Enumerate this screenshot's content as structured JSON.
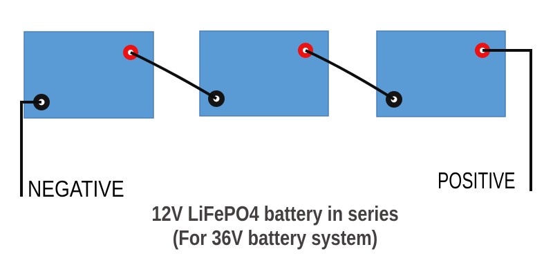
{
  "labels": {
    "negative": "NEGATIVE",
    "positive": "POSITIVE"
  },
  "caption": {
    "line1": "12V LiFePO4 battery in series",
    "line2": "(For 36V battery system)"
  },
  "batteries": [
    {
      "name": "battery-1"
    },
    {
      "name": "battery-2"
    },
    {
      "name": "battery-3"
    }
  ],
  "colors": {
    "background": "#ffffff",
    "battery_fill": "#5b9bd5",
    "battery_border": "#4a7ebb",
    "terminal_positive": "#ee1111",
    "terminal_negative": "#141414",
    "terminal_hole": "#ffffff",
    "wire": "#0d0d0d",
    "label_text": "#000000",
    "caption_text": "#454040"
  }
}
